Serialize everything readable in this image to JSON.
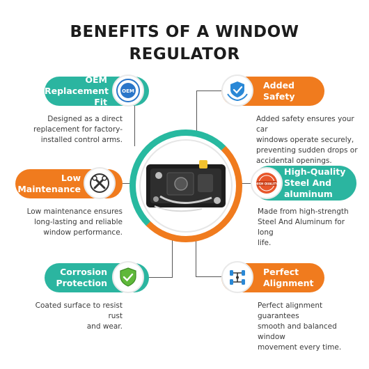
{
  "title_line1": "BENEFITS OF A WINDOW",
  "title_line2": "REGULATOR",
  "colors": {
    "teal": "#2bb5a0",
    "orange": "#f07b1e"
  },
  "benefits": [
    {
      "title_line1": "OEM",
      "title_line2": "Replacement Fit",
      "icon": "oem-badge-icon",
      "badge_text": "OEM",
      "description": [
        "Designed as a direct",
        "replacement for factory-",
        "installed control arms."
      ]
    },
    {
      "title_line1": "Added",
      "title_line2": "Safety",
      "icon": "shield-hands-icon",
      "description": [
        "Added safety ensures your car",
        "windows operate securely,",
        "preventing sudden drops or",
        "accidental openings."
      ]
    },
    {
      "title_line1": "Low",
      "title_line2": "Maintenance",
      "icon": "tools-icon",
      "description": [
        "Low maintenance ensures",
        "long-lasting and reliable",
        "window performance."
      ]
    },
    {
      "title_line1": "High-Quality",
      "title_line2": "Steel And",
      "title_line3": "aluminum",
      "icon": "quality-seal-icon",
      "badge_text": "HIGH QUALITY",
      "description": [
        "Made from high-strength",
        "Steel And Aluminum for long",
        "life."
      ]
    },
    {
      "title_line1": "Corrosion",
      "title_line2": "Protection",
      "icon": "shield-check-icon",
      "description": [
        "Coated surface to resist rust",
        "and wear."
      ]
    },
    {
      "title_line1": "Perfect",
      "title_line2": "Alignment",
      "icon": "wheel-alignment-icon",
      "description": [
        "Perfect alignment guarantees",
        "smooth and balanced window",
        "movement every time."
      ]
    }
  ]
}
